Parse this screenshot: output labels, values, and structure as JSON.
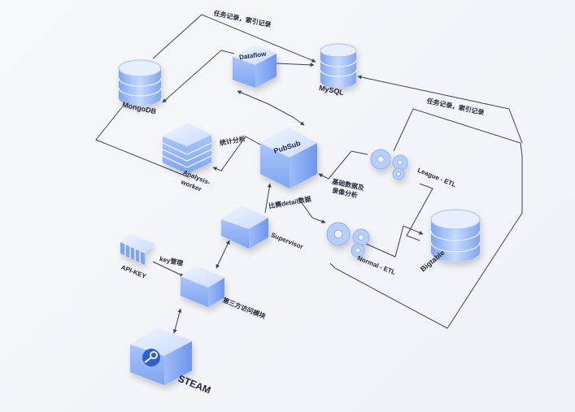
{
  "nodes": {
    "mongodb": "MongoDB",
    "dataflow": "Dataflow",
    "mysql": "MySQL",
    "analysis_worker_line1": "Analysis-",
    "analysis_worker_line2": "worker",
    "pubsub": "PubSub",
    "league_etl": "League - ETL",
    "normal_etl": "Normal - ETL",
    "bigtable": "Bigtable",
    "supervisor": "Supervisor",
    "api_key": "API-KEY",
    "third_party_module": "第三方访问模块",
    "steam": "STEAM"
  },
  "edge_labels": {
    "task_record_top": "任务记录，索引记录",
    "task_record_right": "任务记录，索引记录",
    "stats_analysis": "统计分析",
    "basic_data_line1": "基础数据及",
    "basic_data_line2": "录像分析",
    "match_detail": "比赛detail数据",
    "key_manage": "key管理"
  },
  "icons": {
    "mongodb": "database-icon",
    "mysql": "database-icon",
    "bigtable": "database-icon",
    "dataflow": "hexagon-icon",
    "pubsub": "box-icon",
    "league_etl": "gears-icon",
    "normal_etl": "gears-icon",
    "steam": "steam-icon",
    "api_key": "key-stripes-icon"
  },
  "colors": {
    "block_light": "#dbe8ff",
    "block_mid": "#a9c6fb",
    "block_dark": "#6f97ef",
    "line": "#3a4150"
  }
}
